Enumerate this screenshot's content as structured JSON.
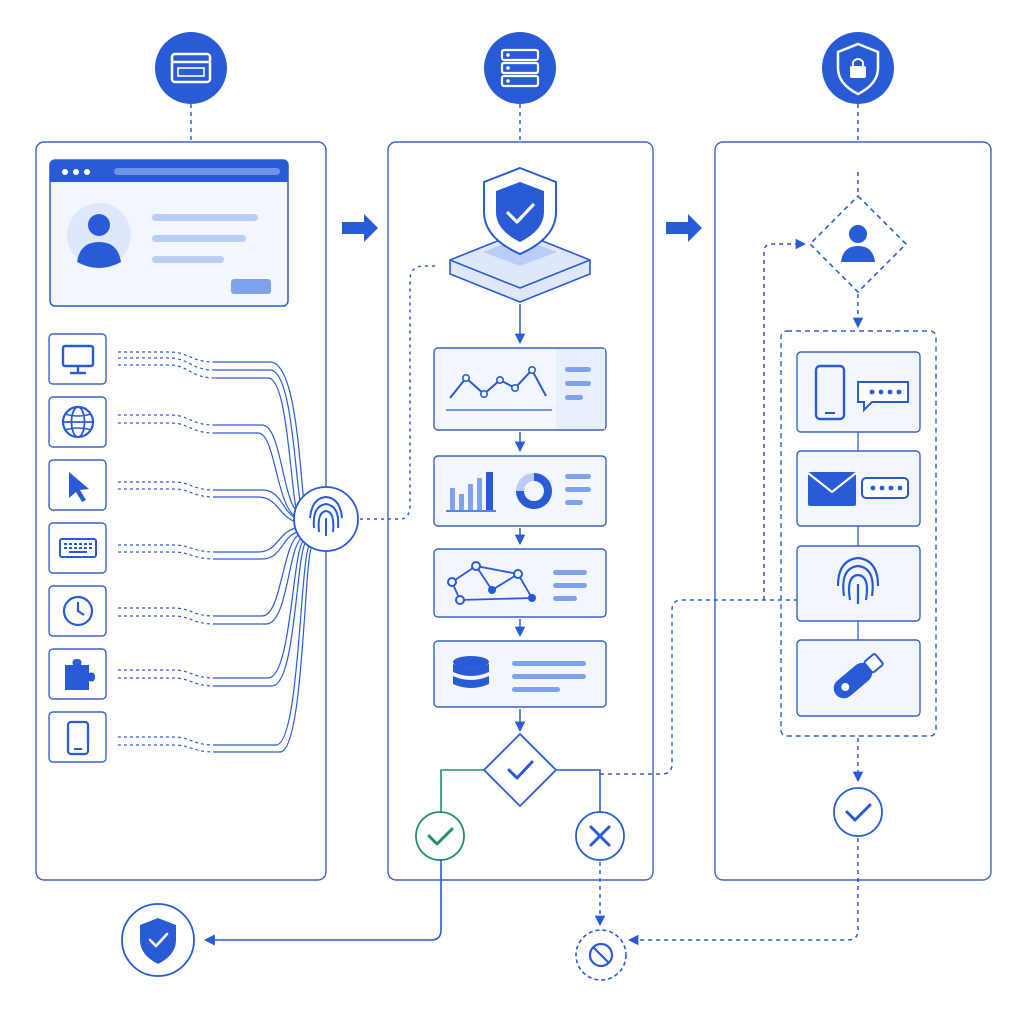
{
  "colors": {
    "primary": "#2a5bd7",
    "primary_light": "#dfe8fb",
    "primary_pale": "#f3f6fd",
    "line": "#3464d8",
    "success": "#1f8f6e",
    "panel_border": "#3a63c9",
    "background": "#ffffff"
  },
  "diagram": {
    "type": "authentication-flow",
    "columns": [
      {
        "id": "signals",
        "header_icon": "browser-window-icon",
        "profile_card": {
          "avatar_icon": "user-avatar-icon"
        },
        "signal_icons": [
          "monitor-icon",
          "globe-icon",
          "cursor-icon",
          "keyboard-icon",
          "clock-icon",
          "puzzle-icon",
          "smartphone-icon"
        ],
        "aggregator_icon": "fingerprint-icon"
      },
      {
        "id": "analysis",
        "header_icon": "server-icon",
        "platform_icon": "shield-check-icon",
        "steps": [
          "line-chart-icon",
          "bar-donut-chart-icon",
          "network-graph-icon",
          "database-icon"
        ],
        "decision_icon": "check-diamond-icon",
        "outcomes": [
          "approve-check-icon",
          "reject-x-icon"
        ]
      },
      {
        "id": "verification",
        "header_icon": "shield-lock-icon",
        "challenge_icon": "user-diamond-icon",
        "methods": [
          "sms-otp-icon",
          "email-otp-icon",
          "biometric-fingerprint-icon",
          "security-key-icon"
        ],
        "result_icon": "verified-check-icon"
      }
    ],
    "final_outcomes": [
      "access-granted-shield-icon",
      "access-blocked-icon"
    ]
  }
}
